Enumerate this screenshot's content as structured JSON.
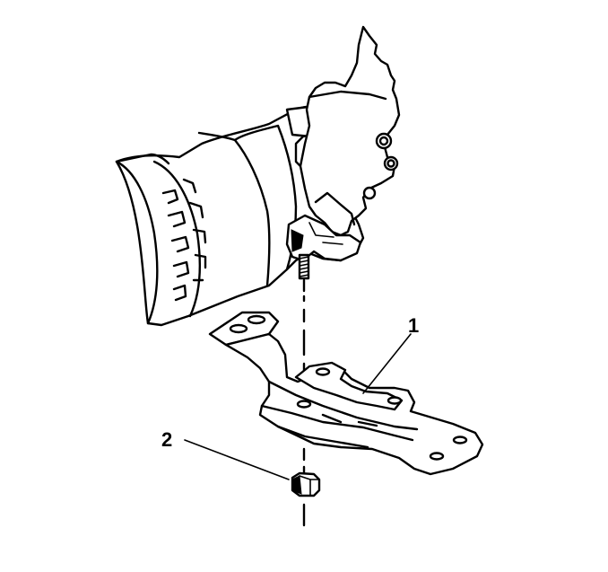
{
  "callouts": [
    {
      "id": "1",
      "label": "1",
      "part": "transmission-mount-bracket"
    },
    {
      "id": "2",
      "label": "2",
      "part": "mount-nut"
    }
  ],
  "colors": {
    "line": "#000000",
    "background": "#ffffff"
  }
}
